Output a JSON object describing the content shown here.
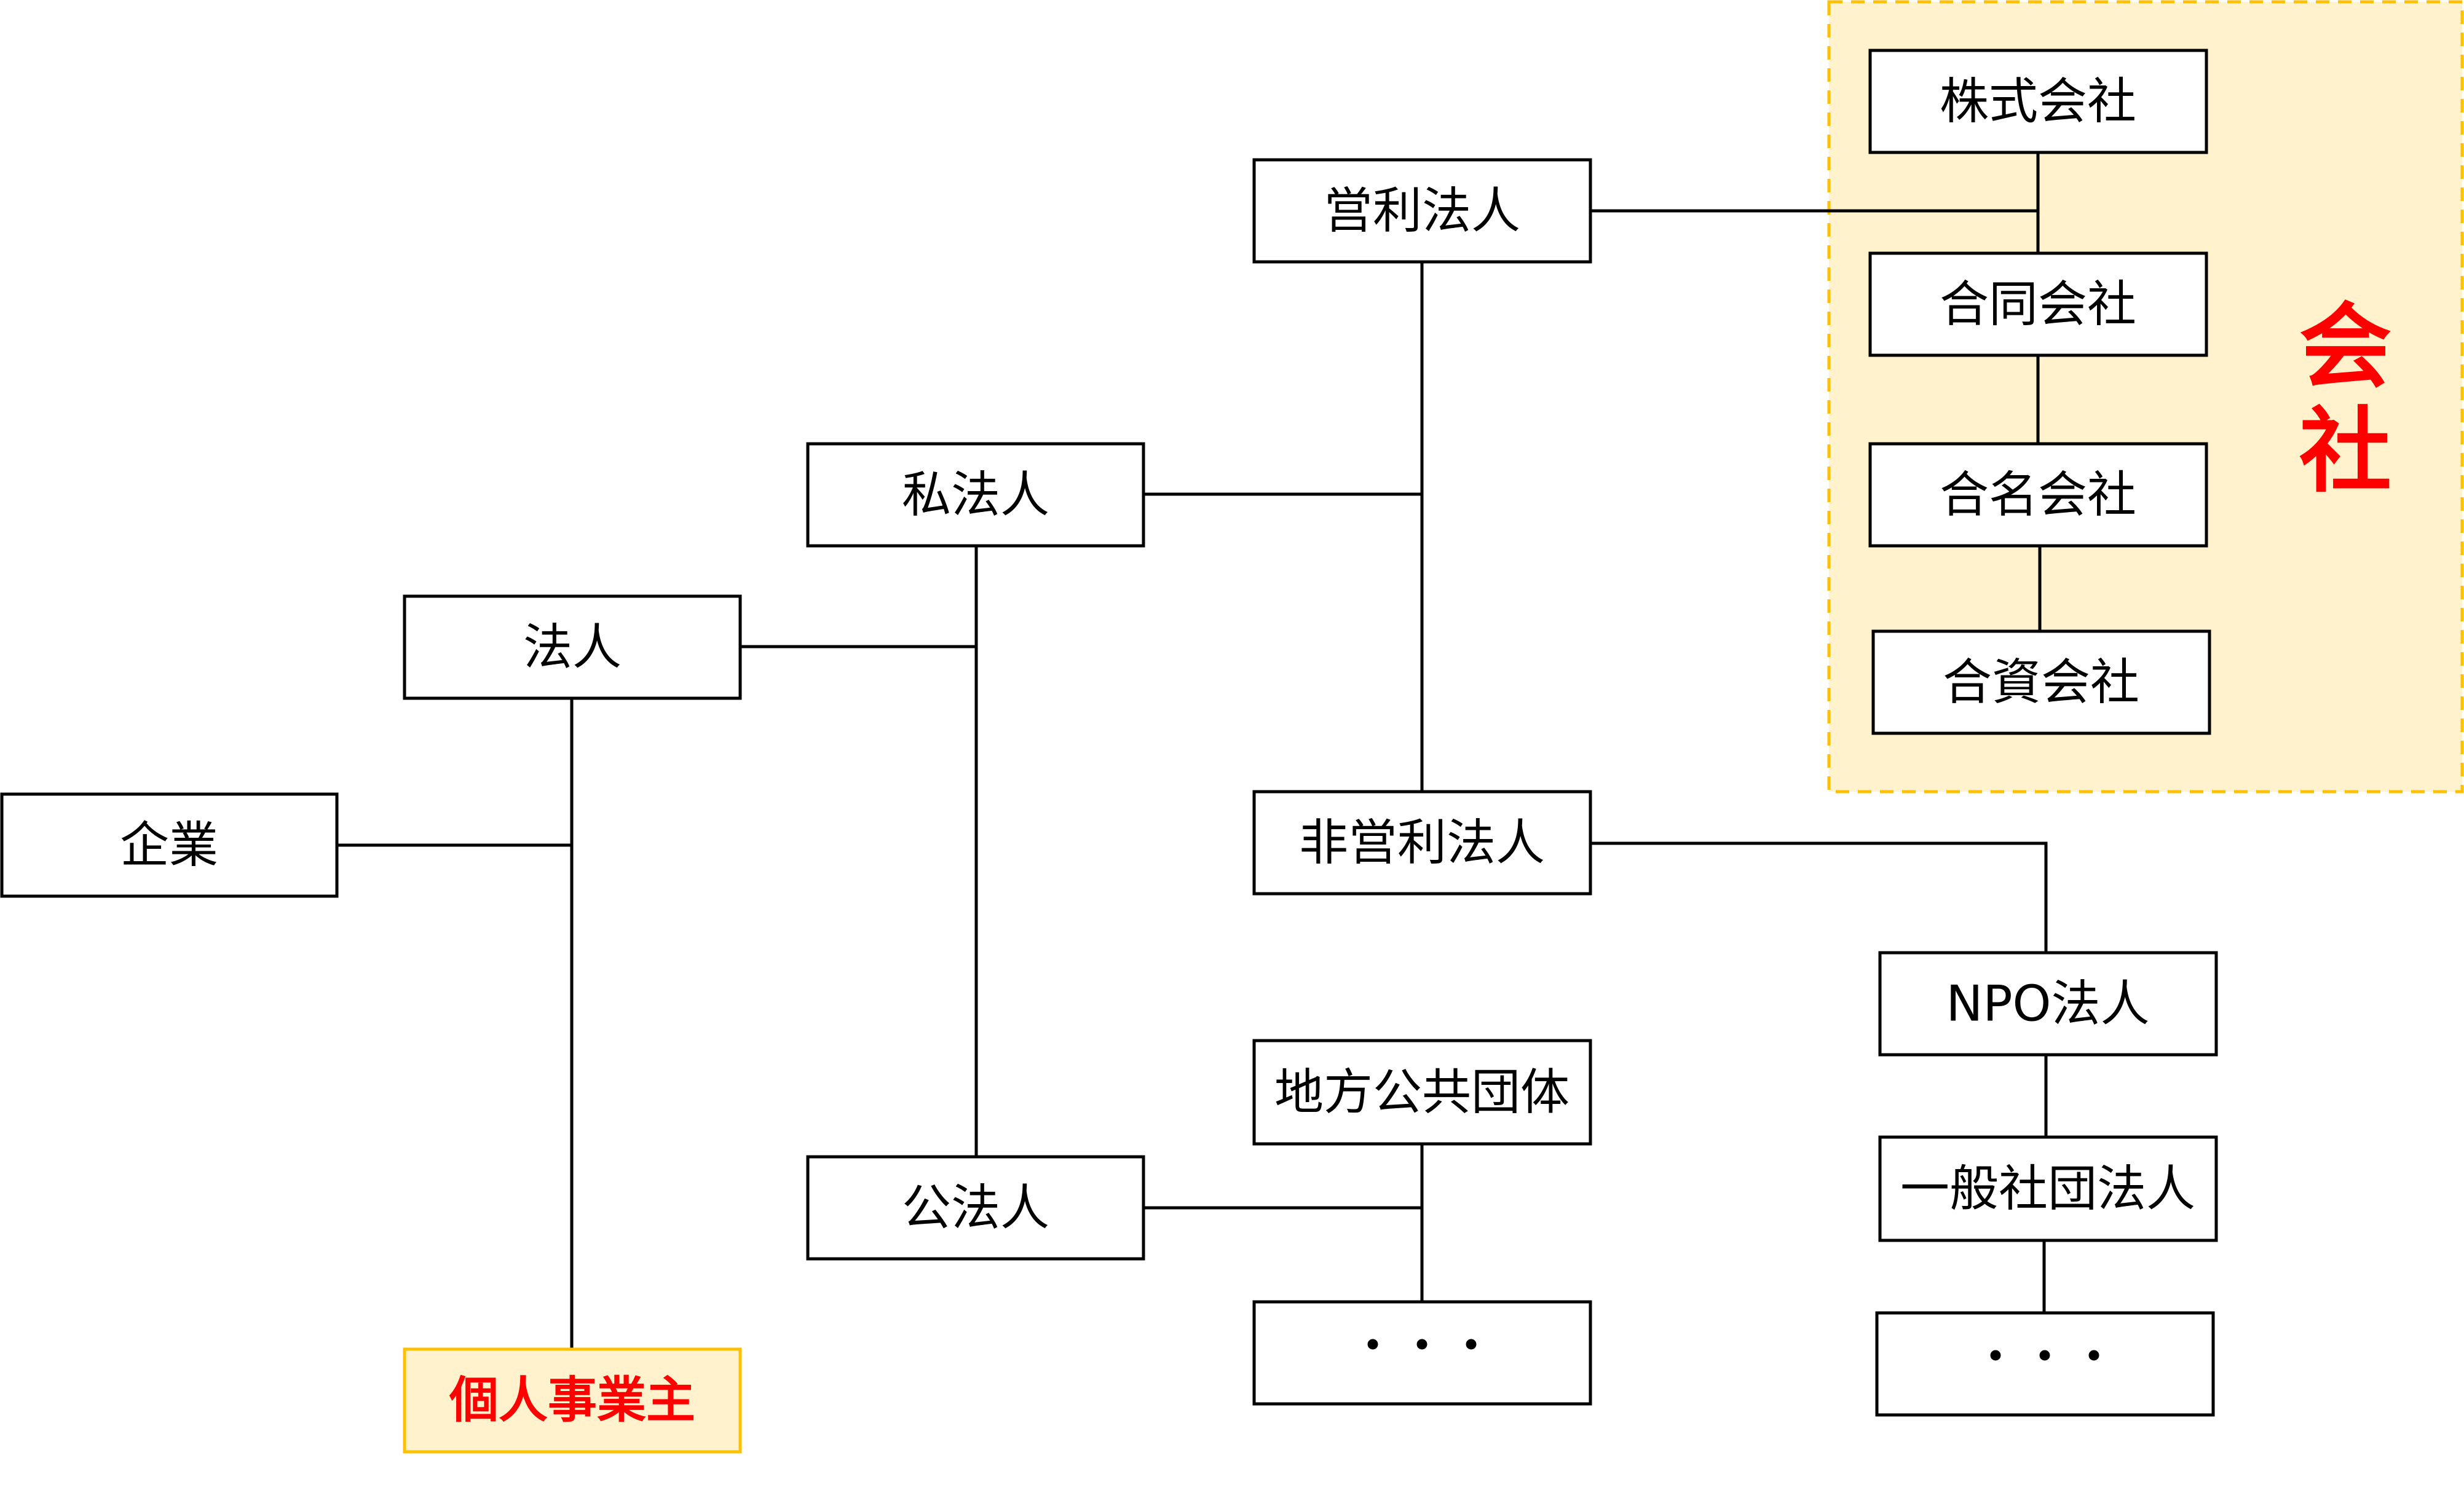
{
  "colors": {
    "box_stroke": "#000000",
    "highlight_fill": "#fff2cc",
    "highlight_stroke": "#ffc000",
    "red_text": "#ff0000"
  },
  "group": {
    "label_line1": "会",
    "label_line2": "社"
  },
  "nodes": {
    "kigyo": "企業",
    "hojin": "法人",
    "kojin": "個人事業主",
    "shihojin": "私法人",
    "kohojin": "公法人",
    "eiri": "営利法人",
    "hieiri": "非営利法人",
    "chiho": "地方公共団体",
    "public_more": "・・・",
    "kabushiki": "株式会社",
    "godo": "合同会社",
    "gomei": "合名会社",
    "goshi": "合資会社",
    "npo": "NPO法人",
    "ippan": "一般社団法人",
    "nonprofit_more": "・・・"
  }
}
